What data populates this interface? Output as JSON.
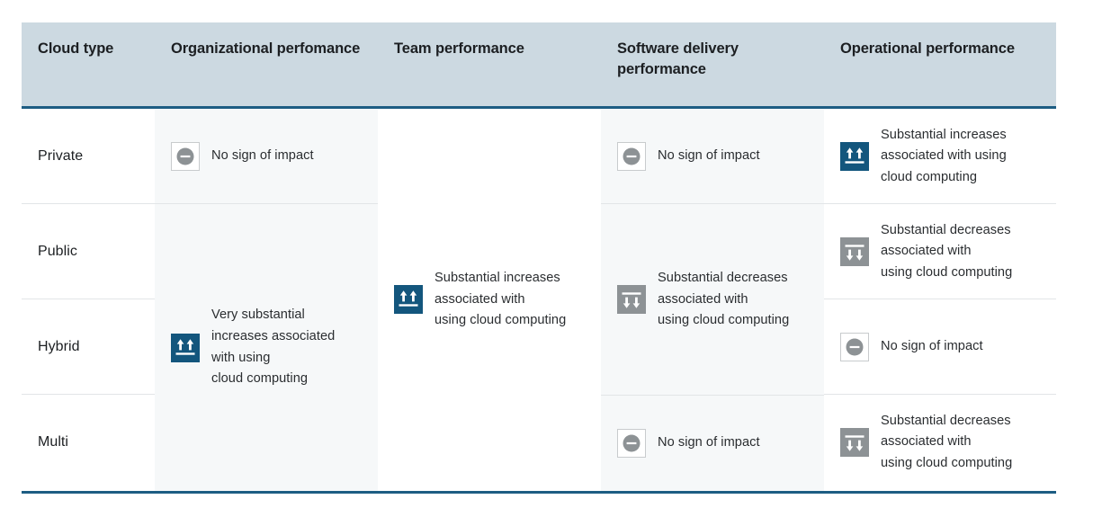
{
  "theme": {
    "header_bg": "#ccd9e1",
    "rule_color": "#1d5d83",
    "shaded_cell_bg": "#f6f8f9",
    "divider_color": "#e2e5e7",
    "icon_increase_bg": "#13567d",
    "icon_decrease_bg": "#8d9295",
    "icon_neutral_border": "#c8cbcd",
    "text_color": "#1c1f22"
  },
  "table": {
    "columns": [
      {
        "id": "cloud-type",
        "header": "Cloud\ntype"
      },
      {
        "id": "organizational",
        "header": "Organizational\nperfomance"
      },
      {
        "id": "team",
        "header": "Team\nperformance"
      },
      {
        "id": "software-delivery",
        "header": "Software delivery\nperformance"
      },
      {
        "id": "operational",
        "header": "Operational\nperformance"
      }
    ],
    "rows": [
      {
        "id": "private",
        "label": "Private"
      },
      {
        "id": "public",
        "label": "Public"
      },
      {
        "id": "hybrid",
        "label": "Hybrid"
      },
      {
        "id": "multi",
        "label": "Multi"
      }
    ],
    "legend": {
      "no_impact": "No sign of impact",
      "substantial_increase": "Substantial increases\nassociated with using\ncloud computing",
      "very_substantial_increase": "Very substantial\nincreases associated\nwith using\ncloud computing",
      "substantial_decrease": "Substantial decreases\nassociated with\nusing cloud computing"
    },
    "cells": {
      "organizational": {
        "private": {
          "icon": "no-impact-icon",
          "text": "No sign of impact"
        },
        "public_hybrid_multi": {
          "icon": "very-substantial-increase-icon",
          "text": "Very substantial\nincreases associated\nwith using\ncloud computing"
        }
      },
      "team": {
        "all": {
          "icon": "substantial-increase-icon",
          "text": "Substantial increases\nassociated with\nusing cloud computing"
        }
      },
      "software_delivery": {
        "private": {
          "icon": "no-impact-icon",
          "text": "No sign of impact"
        },
        "public_hybrid": {
          "icon": "substantial-decrease-icon",
          "text": "Substantial decreases\nassociated with\nusing cloud computing"
        },
        "multi": {
          "icon": "no-impact-icon",
          "text": "No sign of impact"
        }
      },
      "operational": {
        "private": {
          "icon": "substantial-increase-icon",
          "text": "Substantial increases\nassociated with using\ncloud computing"
        },
        "public": {
          "icon": "substantial-decrease-icon",
          "text": "Substantial decreases\nassociated with\nusing cloud computing"
        },
        "hybrid": {
          "icon": "no-impact-icon",
          "text": "No sign of impact"
        },
        "multi": {
          "icon": "substantial-decrease-icon",
          "text": "Substantial decreases\nassociated with\nusing cloud computing"
        }
      }
    }
  }
}
